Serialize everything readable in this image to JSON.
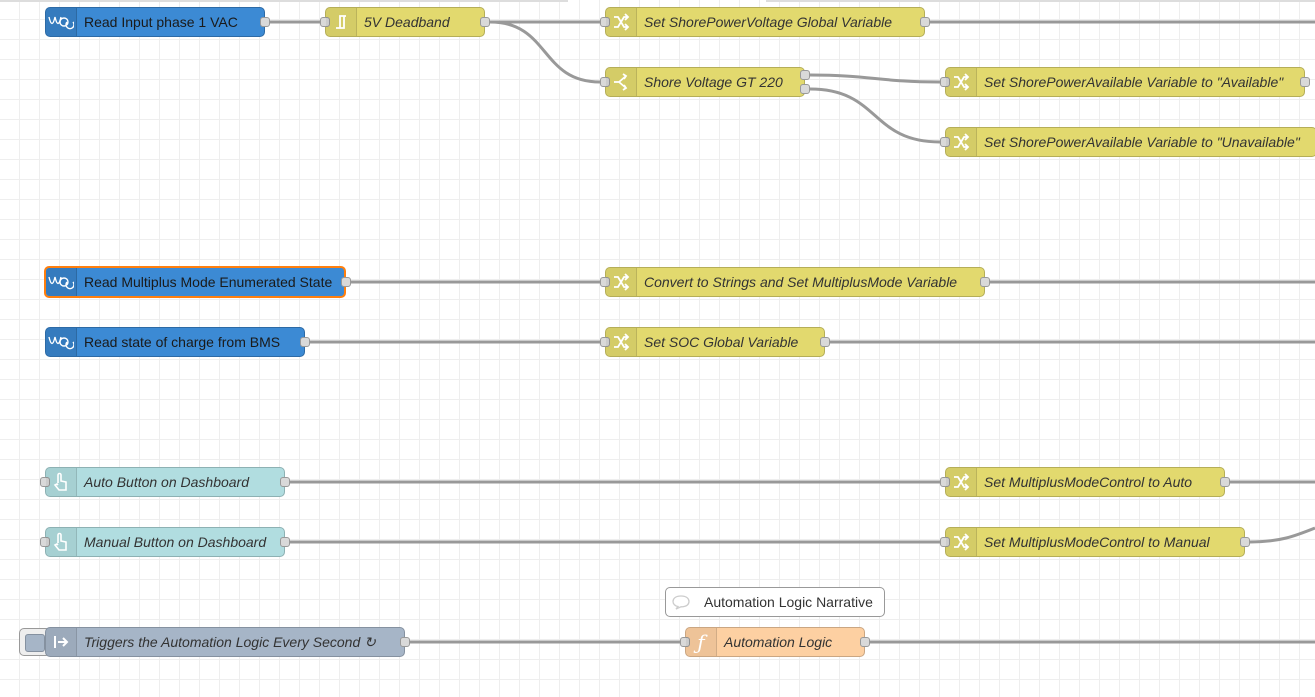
{
  "flow": {
    "nodes": [
      {
        "id": "read_vac",
        "label": "Read Input phase 1 VAC",
        "color": "blue",
        "icon": "victron-icon"
      },
      {
        "id": "deadband",
        "label": "5V Deadband",
        "color": "yellow",
        "icon": "deadband-icon"
      },
      {
        "id": "set_shore_voltage",
        "label": "Set ShorePowerVoltage Global Variable",
        "color": "yellow",
        "icon": "change-icon"
      },
      {
        "id": "shore_gt",
        "label": "Shore Voltage GT 220",
        "color": "yellow",
        "icon": "switch-icon"
      },
      {
        "id": "set_available",
        "label": "Set ShorePowerAvailable Variable to \"Available\"",
        "color": "yellow",
        "icon": "change-icon"
      },
      {
        "id": "set_unavailable",
        "label": "Set ShorePowerAvailable Variable to \"Unavailable\"",
        "color": "yellow",
        "icon": "change-icon"
      },
      {
        "id": "read_mode",
        "label": "Read Multiplus Mode Enumerated State",
        "color": "blue",
        "icon": "victron-icon",
        "selected": true
      },
      {
        "id": "convert_mode",
        "label": "Convert to Strings and Set MultiplusMode Variable",
        "color": "yellow",
        "icon": "change-icon"
      },
      {
        "id": "read_soc",
        "label": "Read state of charge from BMS",
        "color": "blue",
        "icon": "victron-icon"
      },
      {
        "id": "set_soc",
        "label": "Set SOC Global Variable",
        "color": "yellow",
        "icon": "change-icon"
      },
      {
        "id": "auto_btn",
        "label": "Auto Button on Dashboard",
        "color": "teal",
        "icon": "dashboard-button-icon"
      },
      {
        "id": "set_auto",
        "label": "Set MultiplusModeControl to Auto",
        "color": "yellow",
        "icon": "change-icon"
      },
      {
        "id": "manual_btn",
        "label": "Manual Button on Dashboard",
        "color": "teal",
        "icon": "dashboard-button-icon"
      },
      {
        "id": "set_manual",
        "label": "Set MultiplusModeControl to Manual",
        "color": "yellow",
        "icon": "change-icon"
      },
      {
        "id": "narrative",
        "label": "Automation Logic Narrative",
        "color": "comment",
        "icon": "comment-icon"
      },
      {
        "id": "trigger",
        "label": "Triggers the Automation Logic Every Second ↻",
        "color": "grey",
        "icon": "inject-icon"
      },
      {
        "id": "logic",
        "label": "Automation Logic",
        "color": "orange",
        "icon": "function-icon"
      }
    ]
  },
  "colors": {
    "blue": "#3c8ad4",
    "yellow": "#e2d96e",
    "teal": "#b1dde0",
    "grey": "#a6b5c7",
    "orange": "#fdd0a2",
    "selection": "#ff7f0e",
    "wire": "#999999",
    "grid": "#eeeeee"
  }
}
